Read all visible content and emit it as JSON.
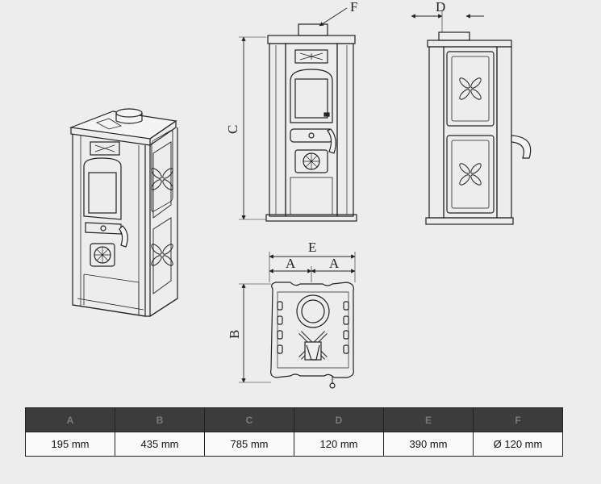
{
  "labels": {
    "top_flue": "F",
    "side_depth": "D",
    "height": "C",
    "width": "E",
    "half_a_left": "A",
    "half_a_right": "A",
    "depth": "B"
  },
  "table": {
    "headers": [
      "A",
      "B",
      "C",
      "D",
      "E",
      "F"
    ],
    "values": [
      "195 mm",
      "435 mm",
      "785 mm",
      "120 mm",
      "390 mm",
      "Ø 120 mm"
    ]
  },
  "colors": {
    "line": "#222222",
    "header_bg": "#3c3c3c",
    "header_text": "#7a7a7a"
  }
}
